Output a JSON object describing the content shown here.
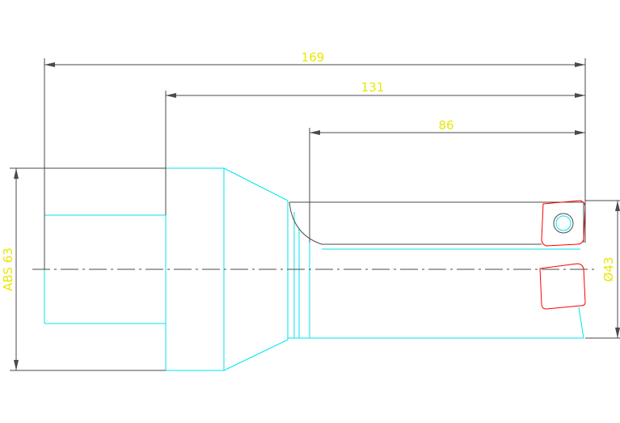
{
  "colors": {
    "background": "#ffffff",
    "outline": "#00e5ee",
    "dimension_line": "#4a4a4a",
    "dimension_text": "#e8e800",
    "insert": "#ff0000",
    "centerline": "#4a4a4a"
  },
  "dimensions": {
    "overall_length": "169",
    "mid_length": "131",
    "bar_length": "86",
    "shank": "ABS 63",
    "bore_diameter": "Ø43"
  }
}
